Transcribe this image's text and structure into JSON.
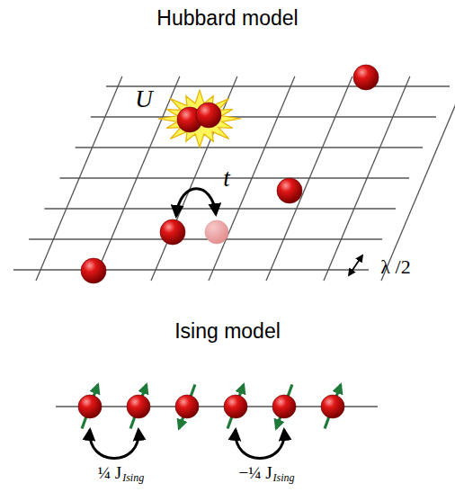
{
  "diagram": {
    "labels": [
      "Hubbard model",
      "U",
      "t",
      "λ /2",
      "Ising model",
      "¼ J",
      "Ising",
      "−¼ J",
      "Ising"
    ]
  }
}
